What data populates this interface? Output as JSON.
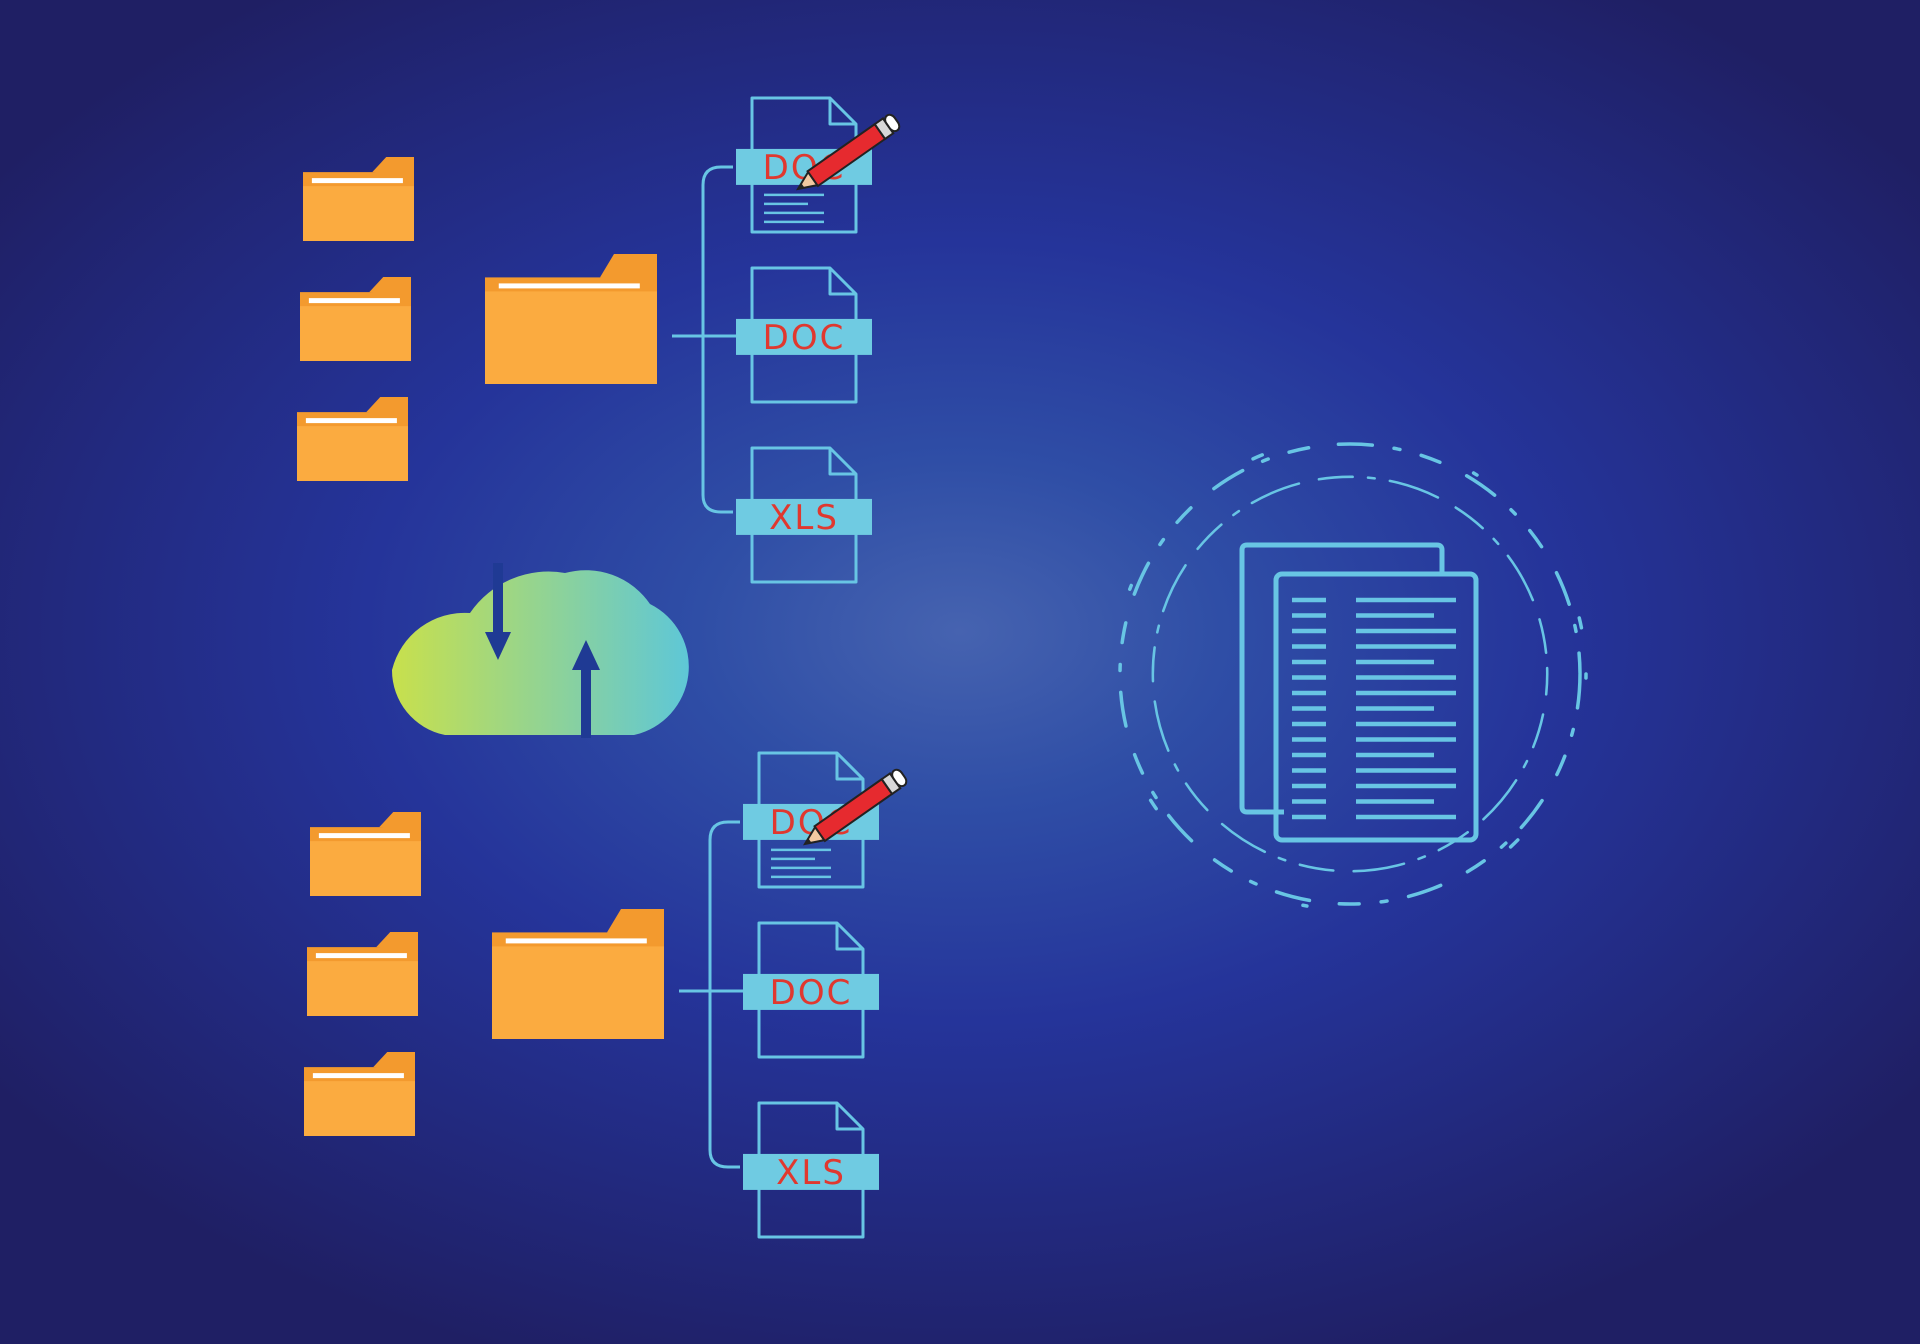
{
  "colors": {
    "folder_body": "#fbab40",
    "folder_tab": "#f39a2e",
    "folder_highlight": "#ffffff",
    "line": "#68c5e4",
    "label_fill": "#6fcbe2",
    "label_text": "#e0382f",
    "pencil_body": "#e62a2f",
    "pencil_tip": "#f2c9a2",
    "cloud_left": "#c8e04c",
    "cloud_right": "#5ec7d7",
    "arrow": "#1f3a94"
  },
  "icons": {
    "folder": "folder-icon",
    "document": "document-icon",
    "pencil": "pencil-icon",
    "cloud": "cloud-sync-icon",
    "upload_arrow": "upload-arrow-icon",
    "download_arrow": "download-arrow-icon",
    "pages": "pages-stack-icon",
    "ring": "dashed-ring-icon"
  },
  "top_group": {
    "files": [
      {
        "label": "DOC",
        "edited": true
      },
      {
        "label": "DOC",
        "edited": false
      },
      {
        "label": "XLS",
        "edited": false
      }
    ]
  },
  "bottom_group": {
    "files": [
      {
        "label": "DOC",
        "edited": true
      },
      {
        "label": "DOC",
        "edited": false
      },
      {
        "label": "XLS",
        "edited": false
      }
    ]
  }
}
